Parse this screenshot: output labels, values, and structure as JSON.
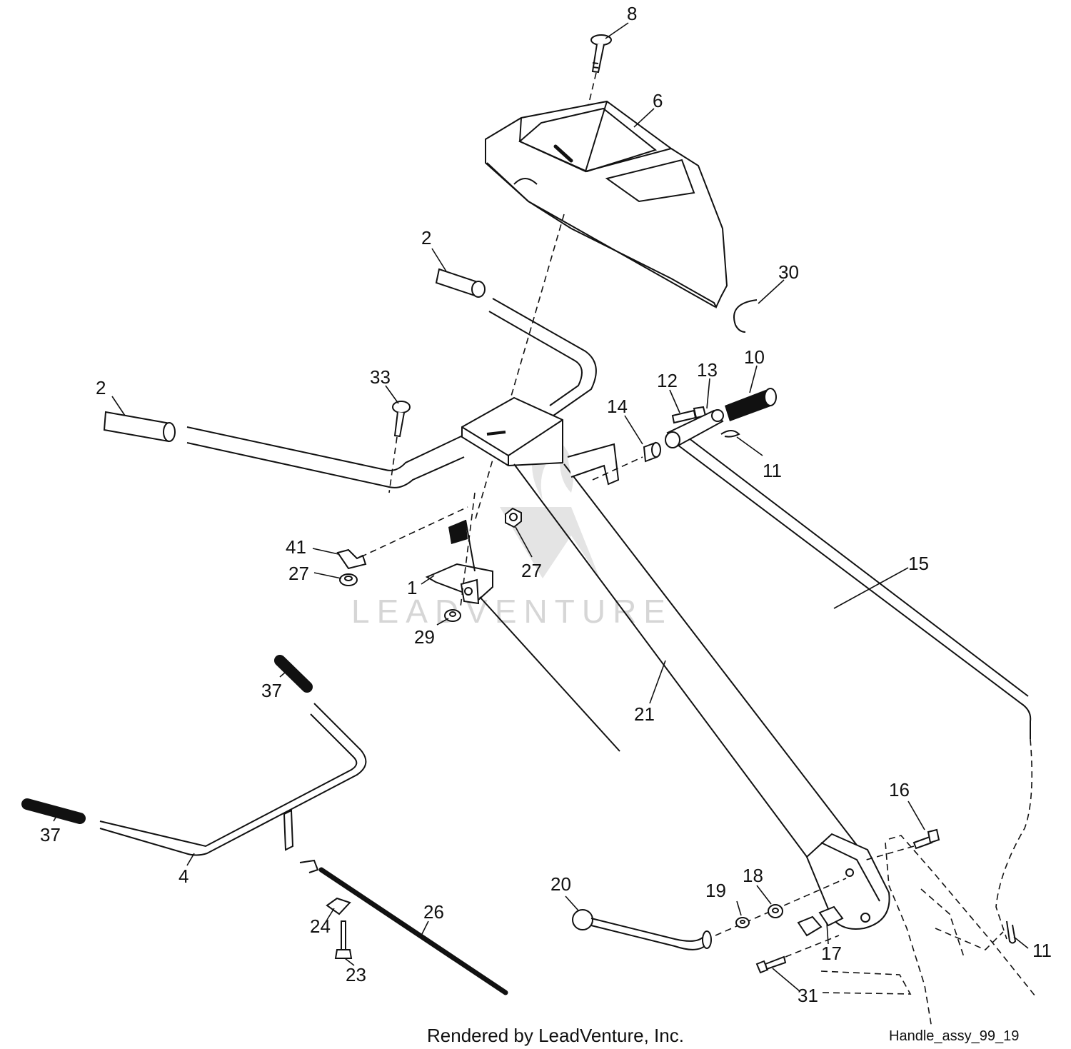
{
  "watermark": "LEADVENTURE",
  "footer": {
    "rendered_by": "Rendered by LeadVenture, Inc.",
    "diagram_id": "Handle_assy_99_19"
  },
  "callouts": {
    "c8": "8",
    "c6": "6",
    "c2a": "2",
    "c30": "30",
    "c2b": "2",
    "c33": "33",
    "c12": "12",
    "c13": "13",
    "c10": "10",
    "c14": "14",
    "c11a": "11",
    "c41": "41",
    "c27a": "27",
    "c27b": "27",
    "c1": "1",
    "c15": "15",
    "c29": "29",
    "c37a": "37",
    "c21": "21",
    "c37b": "37",
    "c16": "16",
    "c4": "4",
    "c20": "20",
    "c19": "19",
    "c18": "18",
    "c26": "26",
    "c24": "24",
    "c17": "17",
    "c11b": "11",
    "c23": "23",
    "c31": "31"
  }
}
